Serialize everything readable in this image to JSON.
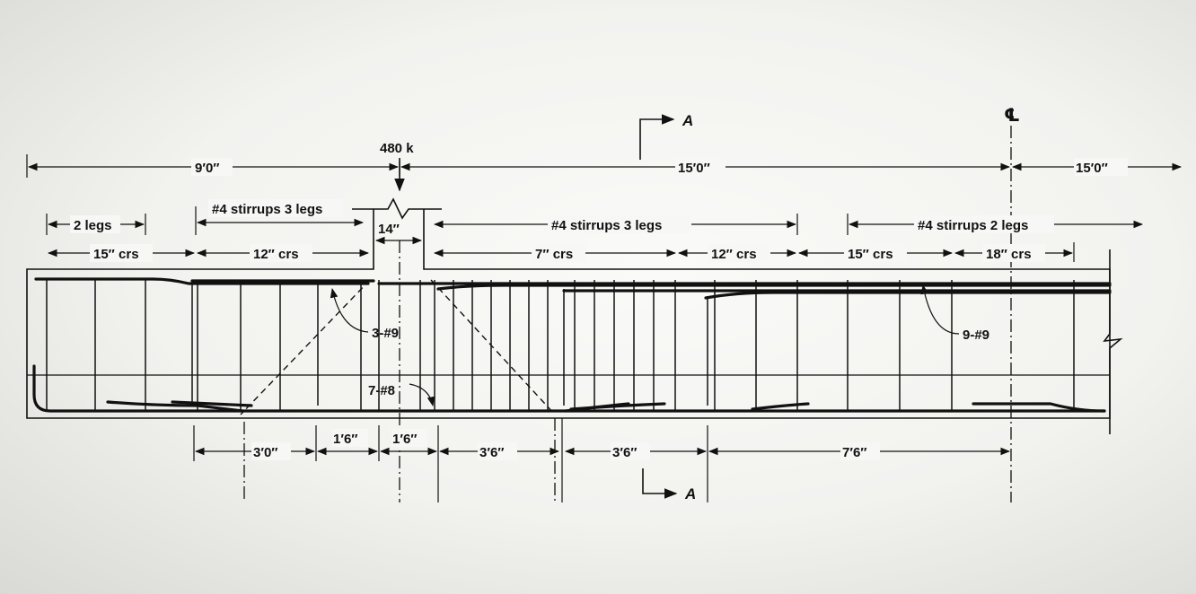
{
  "load": "480 k",
  "dims_top": {
    "left": "9′0″",
    "mid": "15′0″",
    "right": "15′0″"
  },
  "column_width": "14″",
  "stirrups": {
    "s1": "2 legs",
    "s2": "#4 stirrups 3 legs",
    "s3": "#4 stirrups 3 legs",
    "s4": "#4 stirrups 2 legs"
  },
  "spacing": {
    "c1": "15″ crs",
    "c2": "12″ crs",
    "c3": "7″ crs",
    "c4": "12″ crs",
    "c5": "15″ crs",
    "c6": "18″ crs"
  },
  "bars": {
    "top_short": "3-#9",
    "top_main": "9-#9",
    "bottom": "7-#8"
  },
  "dims_bottom": [
    "3′0″",
    "1′6″",
    "1′6″",
    "3′6″",
    "3′6″",
    "7′6″"
  ],
  "section": "A",
  "centerline": "℄"
}
